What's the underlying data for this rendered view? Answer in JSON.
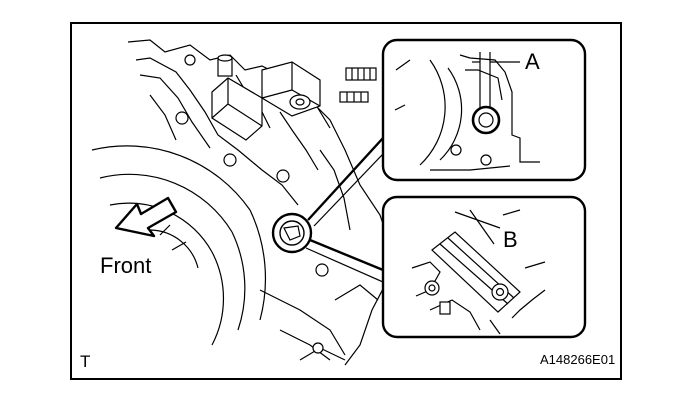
{
  "diagram": {
    "callout_a": "A",
    "callout_b": "B",
    "direction_label": "Front",
    "corner_mark": "T",
    "figure_code": "A148266E01"
  }
}
